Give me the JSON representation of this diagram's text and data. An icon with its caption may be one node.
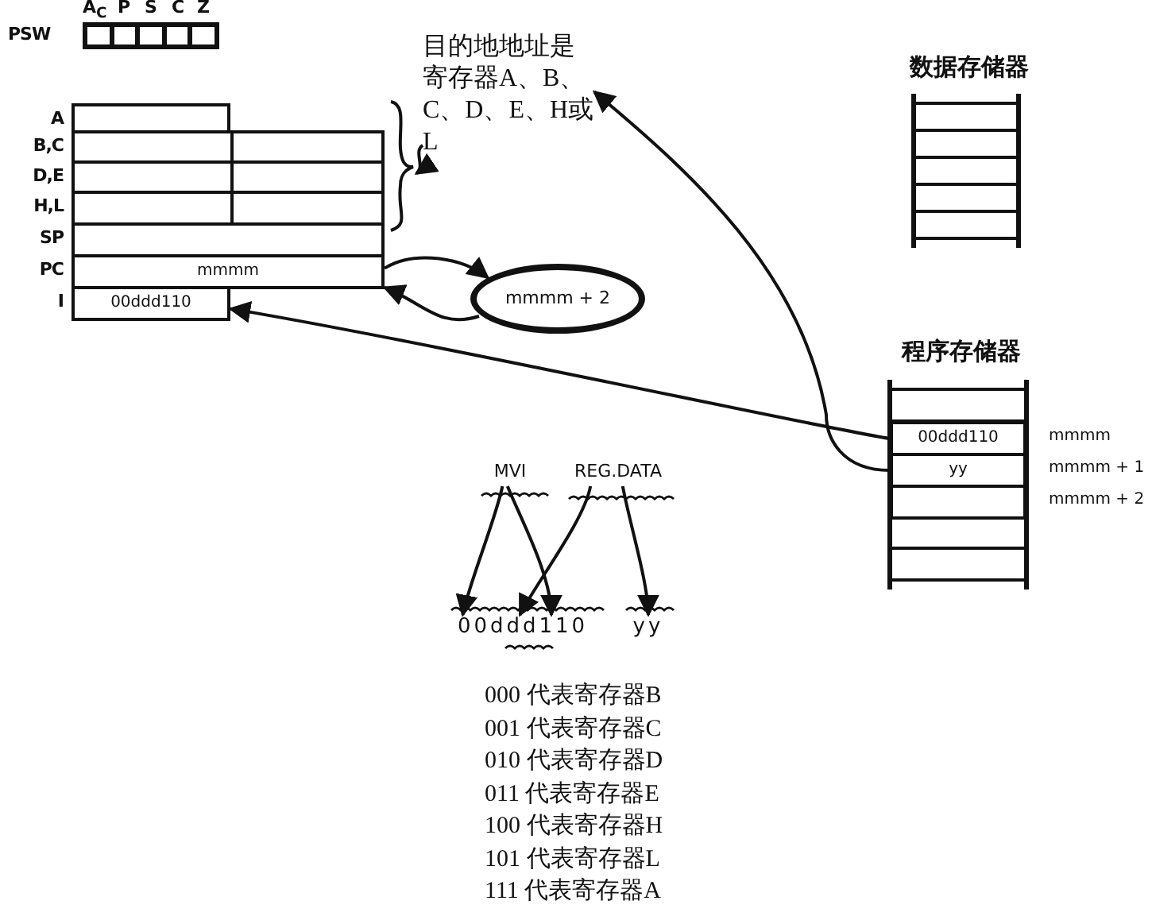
{
  "diagram": {
    "nodes": [
      {
        "text": [
          "PSW"
        ],
        "beside": [
          "A$_{C}$",
          "P",
          "S",
          "C",
          "Z"
        ]
      },
      {
        "text": [
          "A"
        ]
      },
      {
        "text": [
          "B,C"
        ]
      },
      {
        "text": [
          "D,E"
        ]
      },
      {
        "text": [
          "H,L"
        ]
      },
      {
        "text": [
          "SP"
        ]
      },
      {
        "text": [
          "PC",
          "mmmm"
        ]
      },
      {
        "text": [
          "I",
          "00ddd110"
        ]
      },
      {
        "text": [
          "mmmm + 2"
        ]
      },
      {
        "text": [
          "目的地地址是寄存器A、B、C、D、E、H或L"
        ]
      },
      {
        "text": [
          "数据存储器"
        ]
      },
      {
        "text": [
          "程序存储器"
        ]
      },
      {
        "text": [
          "00ddd110"
        ],
        "in": 11,
        "beside": [
          "mmmm"
        ]
      },
      {
        "text": [
          "yy"
        ],
        "in": 11,
        "beside": [
          "mmmm + 1"
        ]
      },
      {
        "text": [],
        "shape": "box",
        "in": 11,
        "beside": [
          "mmmm + 2"
        ]
      },
      {
        "text": [
          "MVI"
        ]
      },
      {
        "text": [
          "REG.DATA"
        ]
      },
      {
        "text": [
          "00ddd110"
        ]
      },
      {
        "text": [
          "yy"
        ]
      },
      {
        "text": [],
        "shape": "brace"
      }
    ],
    "edges": [
      {
        "from": 6,
        "to": 8,
        "arrow": "to"
      },
      {
        "from": 8,
        "to": 6,
        "arrow": "to"
      },
      {
        "from": 12,
        "to": 7,
        "arrow": "to"
      },
      {
        "from": 13,
        "to": 9,
        "arrow": "to"
      },
      {
        "from": 9,
        "to": 19,
        "arrow": "to"
      },
      {
        "from": 15,
        "to": 17,
        "arrow": "to"
      },
      {
        "from": 15,
        "to": 17,
        "arrow": "to"
      },
      {
        "from": 16,
        "to": 17,
        "arrow": "to"
      },
      {
        "from": 16,
        "to": 18,
        "arrow": "to"
      }
    ],
    "labels": [
      "000 代表寄存器B",
      "001 代表寄存器C",
      "010 代表寄存器D",
      "011 代表寄存器E",
      "100 代表寄存器H",
      "101 代表寄存器L",
      "111 代表寄存器A"
    ]
  }
}
